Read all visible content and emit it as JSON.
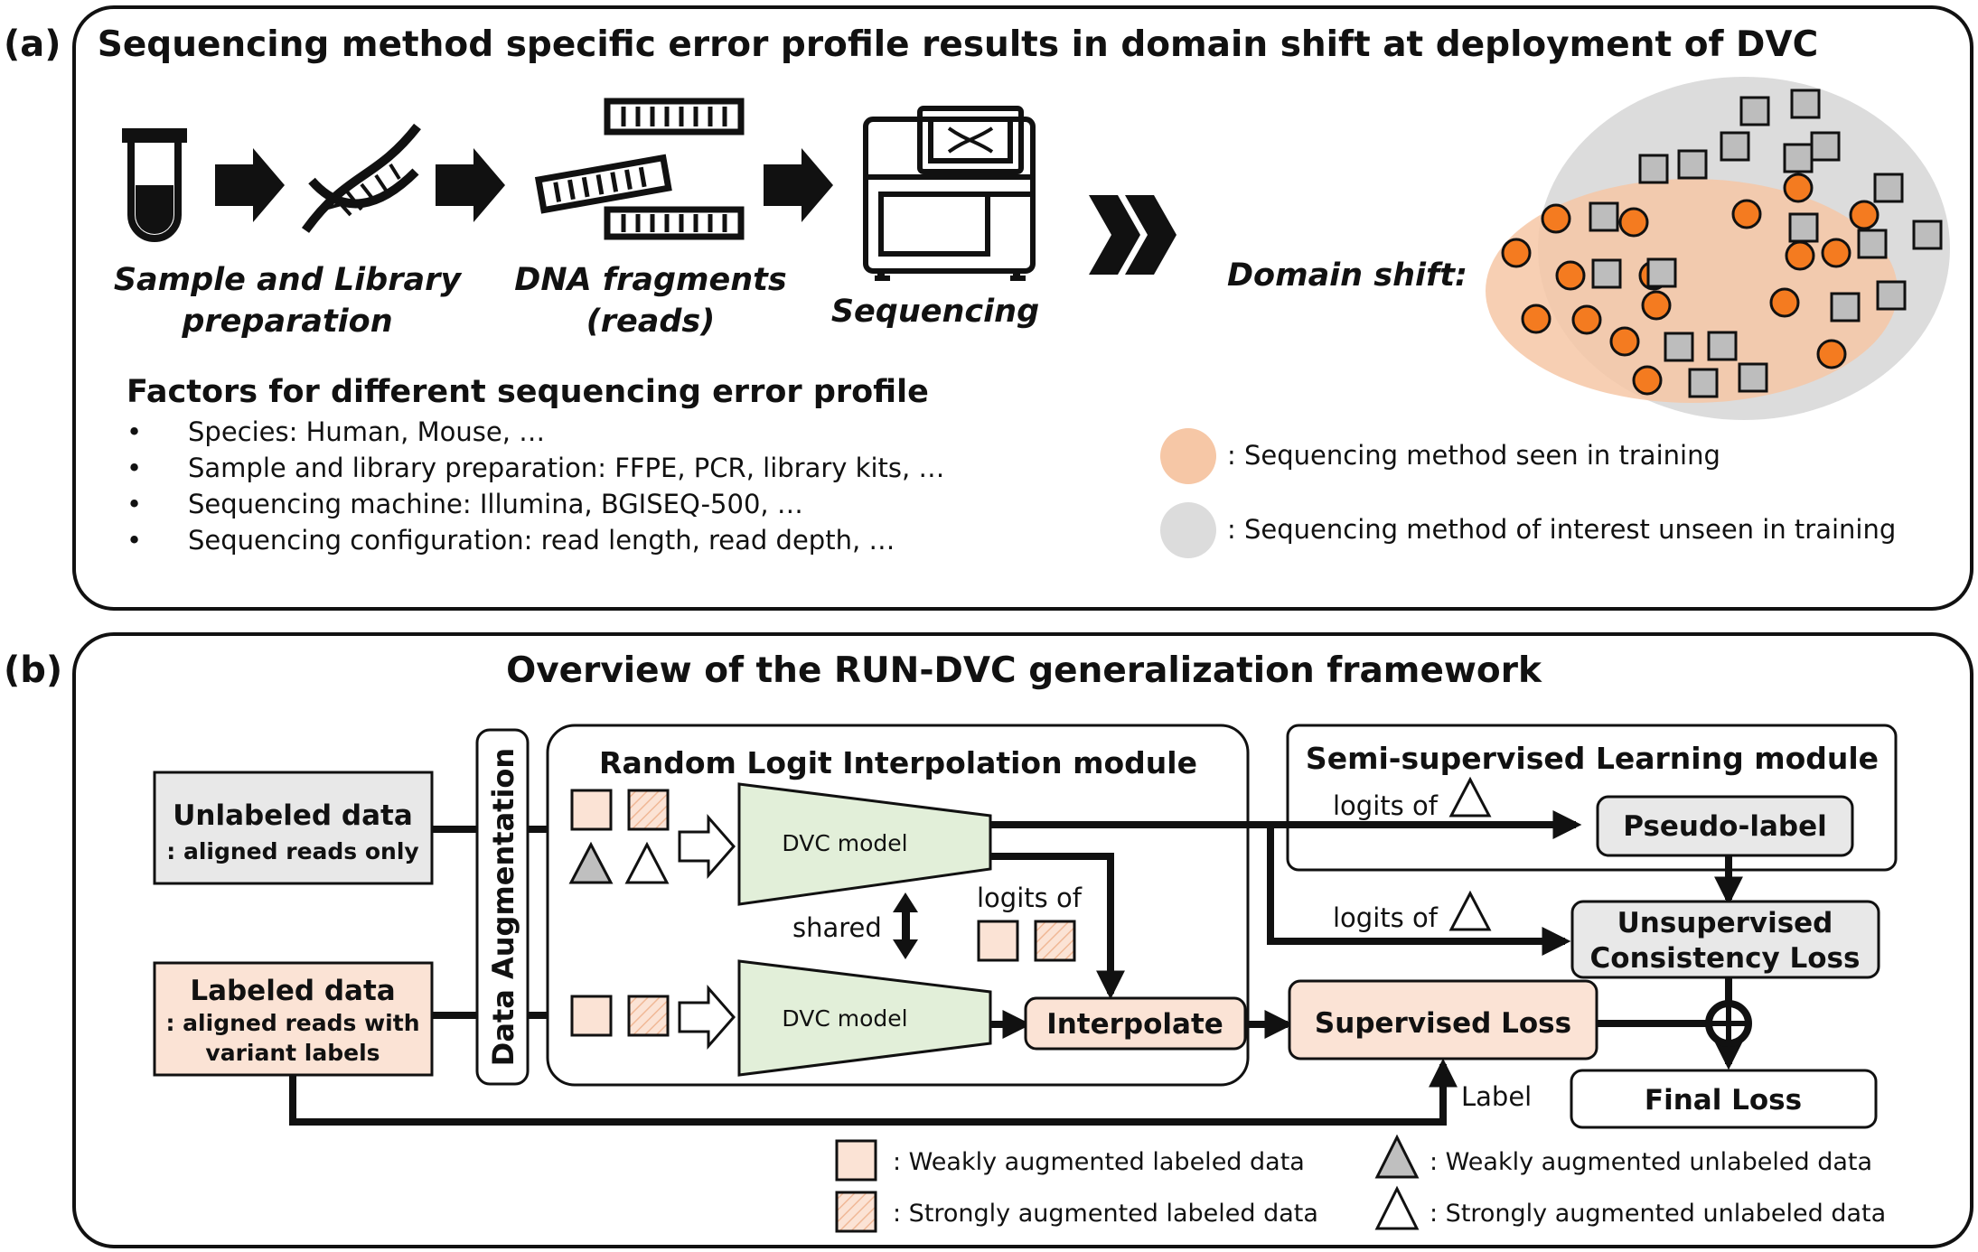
{
  "panel_a": {
    "label": "(a)",
    "title": "Sequencing method specific error profile results in domain shift at deployment of DVC",
    "steps": {
      "sample_line1": "Sample and Library",
      "sample_line2": "preparation",
      "fragments_line1": "DNA fragments",
      "fragments_line2": "(reads)",
      "sequencing": "Sequencing"
    },
    "domain_shift_label": "Domain shift:",
    "factors_title": "Factors for different sequencing error profile",
    "bullet": "•",
    "factors": [
      "Species: Human, Mouse, …",
      "Sample and library preparation: FFPE, PCR, library kits, …",
      "Sequencing machine: Illumina, BGISEQ-500, …",
      "Sequencing configuration: read length, read depth, …"
    ],
    "legend": {
      "seen": ": Sequencing method seen in training",
      "unseen": ": Sequencing method of interest unseen in training"
    },
    "colors": {
      "seen": "#f6c7a6",
      "unseen": "#dcdcdc",
      "circle": "#f47b20",
      "square": "#bdbdbd"
    }
  },
  "panel_b": {
    "label": "(b)",
    "title": "Overview of the RUN-DVC generalization framework",
    "unlabeled_title": "Unlabeled data",
    "unlabeled_sub": ": aligned reads only",
    "labeled_title": "Labeled data",
    "labeled_sub1": ": aligned reads with",
    "labeled_sub2": "variant labels",
    "data_augmentation": "Data Augmentation",
    "rli_title": "Random Logit Interpolation module",
    "dvc_model_top": "DVC model",
    "dvc_model_bottom": "DVC model",
    "shared": "shared",
    "logits_of_mid": "logits of",
    "interpolate": "Interpolate",
    "ssl_title": "Semi-supervised Learning module",
    "logits_of_1": "logits of",
    "logits_of_2": "logits of",
    "pseudo_label": "Pseudo-label",
    "unsup_line1": "Unsupervised",
    "unsup_line2": "Consistency Loss",
    "supervised_loss": "Supervised Loss",
    "label_text": "Label",
    "final_loss": "Final Loss",
    "legend": {
      "weak_labeled": ": Weakly augmented labeled data",
      "strong_labeled": ": Strongly augmented labeled data",
      "weak_unlabeled": ": Weakly augmented unlabeled data",
      "strong_unlabeled": ": Strongly augmented unlabeled data"
    },
    "colors": {
      "labeled_fill": "#fbe3d5",
      "model_fill": "#e2efd9",
      "gray_fill": "#e8e8e8",
      "tri_fill": "#bfbfbf"
    }
  }
}
